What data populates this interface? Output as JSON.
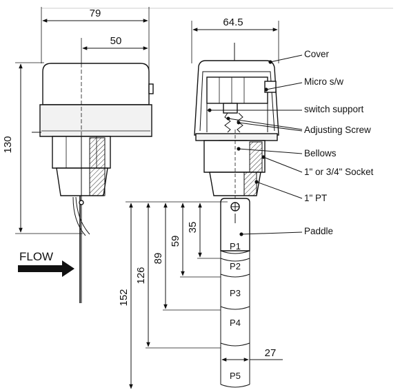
{
  "dimensions": {
    "overall_width": "79",
    "cover_width": "50",
    "height": "130",
    "front_width": "64.5",
    "p1_depth": "35",
    "p2_depth": "59",
    "p3_depth": "89",
    "p4_depth": "126",
    "p5_depth": "152",
    "paddle_width": "27"
  },
  "labels": {
    "cover": "Cover",
    "micro_switch": "Micro s/w",
    "switch_support": "switch support",
    "adjusting_screw": "Adjusting Screw",
    "bellows": "Bellows",
    "socket": "1\" or 3/4\" Socket",
    "pt": "1\" PT",
    "paddle": "Paddle"
  },
  "flow_label": "FLOW",
  "paddles": [
    "P1",
    "P2",
    "P3",
    "P4",
    "P5"
  ]
}
